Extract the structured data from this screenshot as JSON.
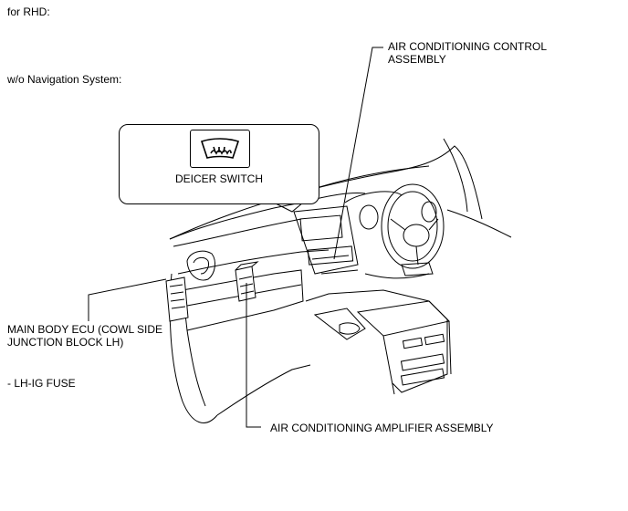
{
  "header": {
    "for_text": "for RHD:",
    "variant_text": "w/o Navigation System:"
  },
  "callout": {
    "label": "DEICER SWITCH",
    "icon": "windshield-deicer-icon"
  },
  "labels": {
    "ac_control_line1": "AIR CONDITIONING CONTROL",
    "ac_control_line2": "ASSEMBLY",
    "main_body_line1": "MAIN BODY ECU (COWL SIDE",
    "main_body_line2": "JUNCTION BLOCK LH)",
    "fuse": "- LH-IG FUSE",
    "ac_amplifier": "AIR CONDITIONING AMPLIFIER ASSEMBLY"
  }
}
